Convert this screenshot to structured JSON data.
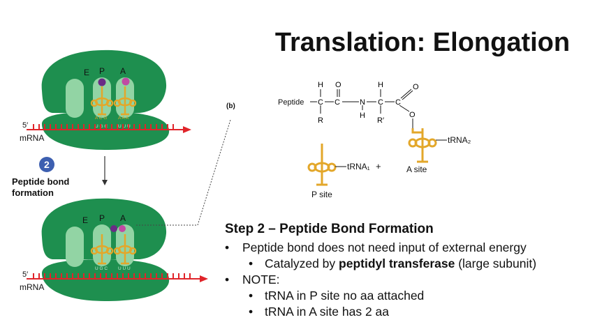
{
  "title": "Translation: Elongation",
  "panel_a": {
    "five_prime_top": "5′",
    "mrna_top": "mRNA",
    "step_number": "2",
    "step_label_line1": "Peptide bond",
    "step_label_line2": "formation",
    "five_prime_bottom": "5′",
    "mrna_bottom": "mRNA",
    "site_e": "E",
    "site_p": "P",
    "site_a": "A",
    "anticodon_p_top": "A C G",
    "anticodon_a_top": "A A A",
    "codon_p_top": "U G C",
    "codon_a_top": "U U U",
    "codon_p_bottom": "U G C",
    "codon_a_bottom": "U U U"
  },
  "panel_b": {
    "label": "(b)",
    "peptide": "Peptide",
    "h": "H",
    "o": "O",
    "c": "C",
    "n": "N",
    "r": "R",
    "r_prime": "R′",
    "trna1": "tRNA₁",
    "plus": "+",
    "trna2": "tRNA₂",
    "p_site": "P site",
    "a_site": "A site"
  },
  "step": {
    "heading": "Step 2 – Peptide Bond Formation",
    "bullet1": "Peptide bond does not need input of external energy",
    "bullet1_sub_pre": "Catalyzed by ",
    "bullet1_sub_bold": "peptidyl transferase",
    "bullet1_sub_post": " (large subunit)",
    "bullet2": "NOTE:",
    "bullet2_sub1": "tRNA in P site no aa attached",
    "bullet2_sub2": "tRNA in A site has 2 aa",
    "bullet_char": "•"
  },
  "colors": {
    "ribosome": "#1e8f4f",
    "ribosome_dark": "#16723e",
    "trna": "#e3a72a",
    "mrna": "#e0242a",
    "amino_acid_p": "#6a2b86",
    "amino_acid_a": "#c04aa3",
    "step_circle": "#3d5fb0"
  }
}
